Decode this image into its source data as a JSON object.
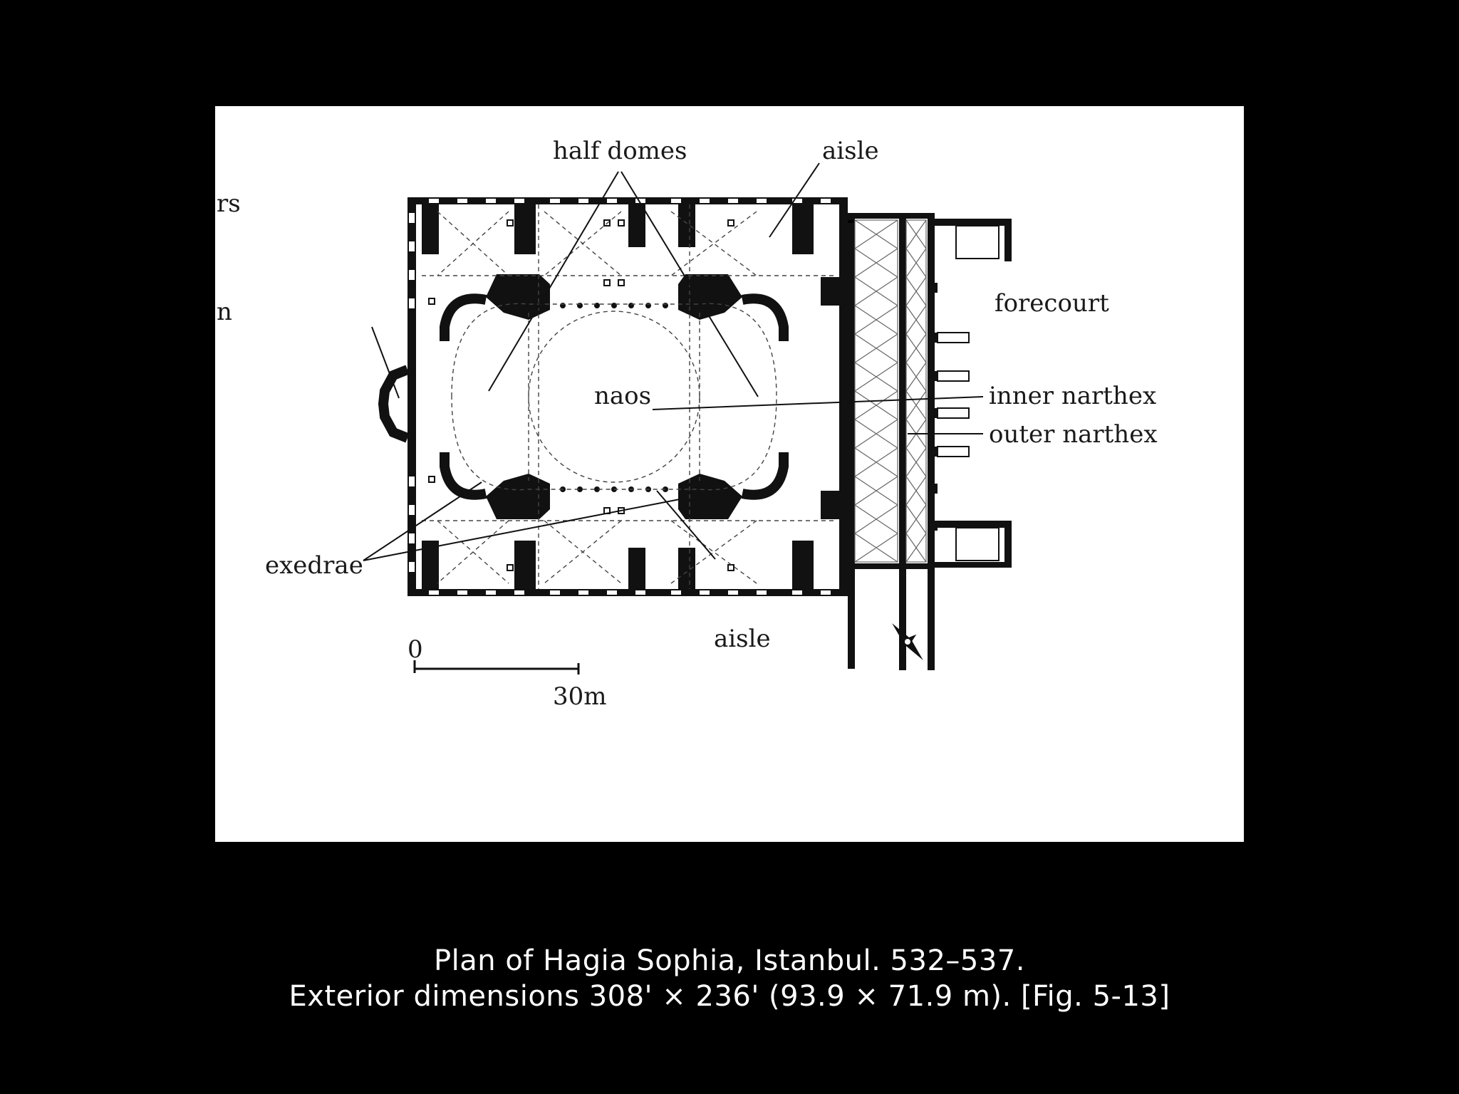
{
  "caption": {
    "line1": "Plan of Hagia Sophia, Istanbul. 532–537.",
    "line2": "Exterior dimensions 308' × 236' (93.9 × 71.9 m). [Fig. 5-13]"
  },
  "plan": {
    "labels": {
      "half_domes": "half domes",
      "aisle_top": "aisle",
      "aisle_bottom": "aisle",
      "forecourt": "forecourt",
      "naos": "naos",
      "inner_narthex": "inner narthex",
      "outer_narthex": "outer narthex",
      "exedrae": "exedrae"
    },
    "cropped_fragments": {
      "top": "rs",
      "middle": "n"
    },
    "scale_bar": {
      "start": "0",
      "end": "30m"
    }
  },
  "colors": {
    "background": "#000000",
    "panel": "#ffffff",
    "ink": "#1a1a1a"
  },
  "icons": {
    "compass": "north-arrow-icon"
  }
}
